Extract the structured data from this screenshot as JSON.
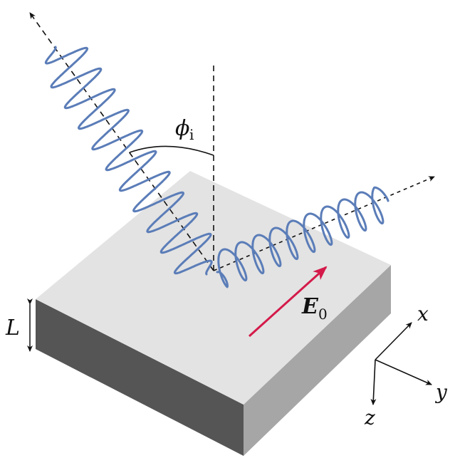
{
  "labels": {
    "angle": "ϕ",
    "angle_sub": "i",
    "thickness": "L",
    "field": "E",
    "field_sub": "0",
    "axis_x": "x",
    "axis_y": "y",
    "axis_z": "z"
  },
  "colors": {
    "wave": "#5b7db8",
    "field_arrow": "#d41a4a",
    "slab_top": "#e3e3e3",
    "slab_front": "#555555",
    "slab_side": "#a6a6a6",
    "line": "#111111"
  },
  "waves": {
    "incident": {
      "shape": "planar-sine",
      "cycles": 11
    },
    "reflected": {
      "shape": "helix",
      "turns": 10
    }
  }
}
